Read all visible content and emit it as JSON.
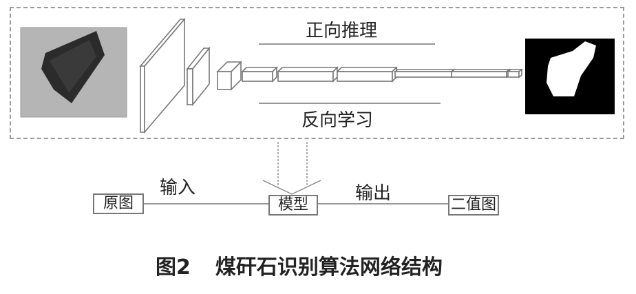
{
  "diagram": {
    "forward_label": "正向推理",
    "backward_label": "反向学习",
    "input_label": "输入",
    "output_label": "输出",
    "original_box": "原图",
    "model_box": "模型",
    "binary_box": "二值图"
  },
  "caption": {
    "number": "图2",
    "title": "煤矸石识别算法网络结构"
  },
  "colors": {
    "line": "#777777",
    "frame": "#9a9a9a",
    "dark_sample": "#2b2b2b",
    "sample_bg": "#b5b5b5",
    "mask_bg": "#000000",
    "mask_fg": "#ffffff"
  }
}
